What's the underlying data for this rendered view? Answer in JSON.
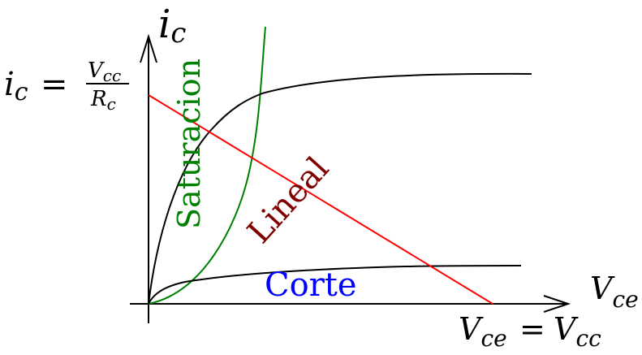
{
  "axes": {
    "y_label": {
      "var": "i",
      "sub": "c"
    },
    "x_label": {
      "var": "V",
      "sub": "ce"
    }
  },
  "annotations": {
    "ic_max": {
      "lhs_var": "i",
      "lhs_sub": "c",
      "equals": "=",
      "num_var": "V",
      "num_sub": "cc",
      "den_var": "R",
      "den_sub": "c"
    },
    "vce_max": {
      "lhs_var": "V",
      "lhs_sub": "ce",
      "equals": "=",
      "rhs_var": "V",
      "rhs_sub": "cc"
    }
  },
  "regions": {
    "saturation": {
      "label": "Saturacion",
      "color": "#008000"
    },
    "linear": {
      "label": "Lineal",
      "color": "#800000"
    },
    "cutoff": {
      "label": "Corte",
      "color": "#0000ff"
    }
  },
  "colors": {
    "axes": "#000000",
    "characteristic_curves": "#000000",
    "load_line": "#ff0000",
    "saturation_curve": "#008000"
  }
}
